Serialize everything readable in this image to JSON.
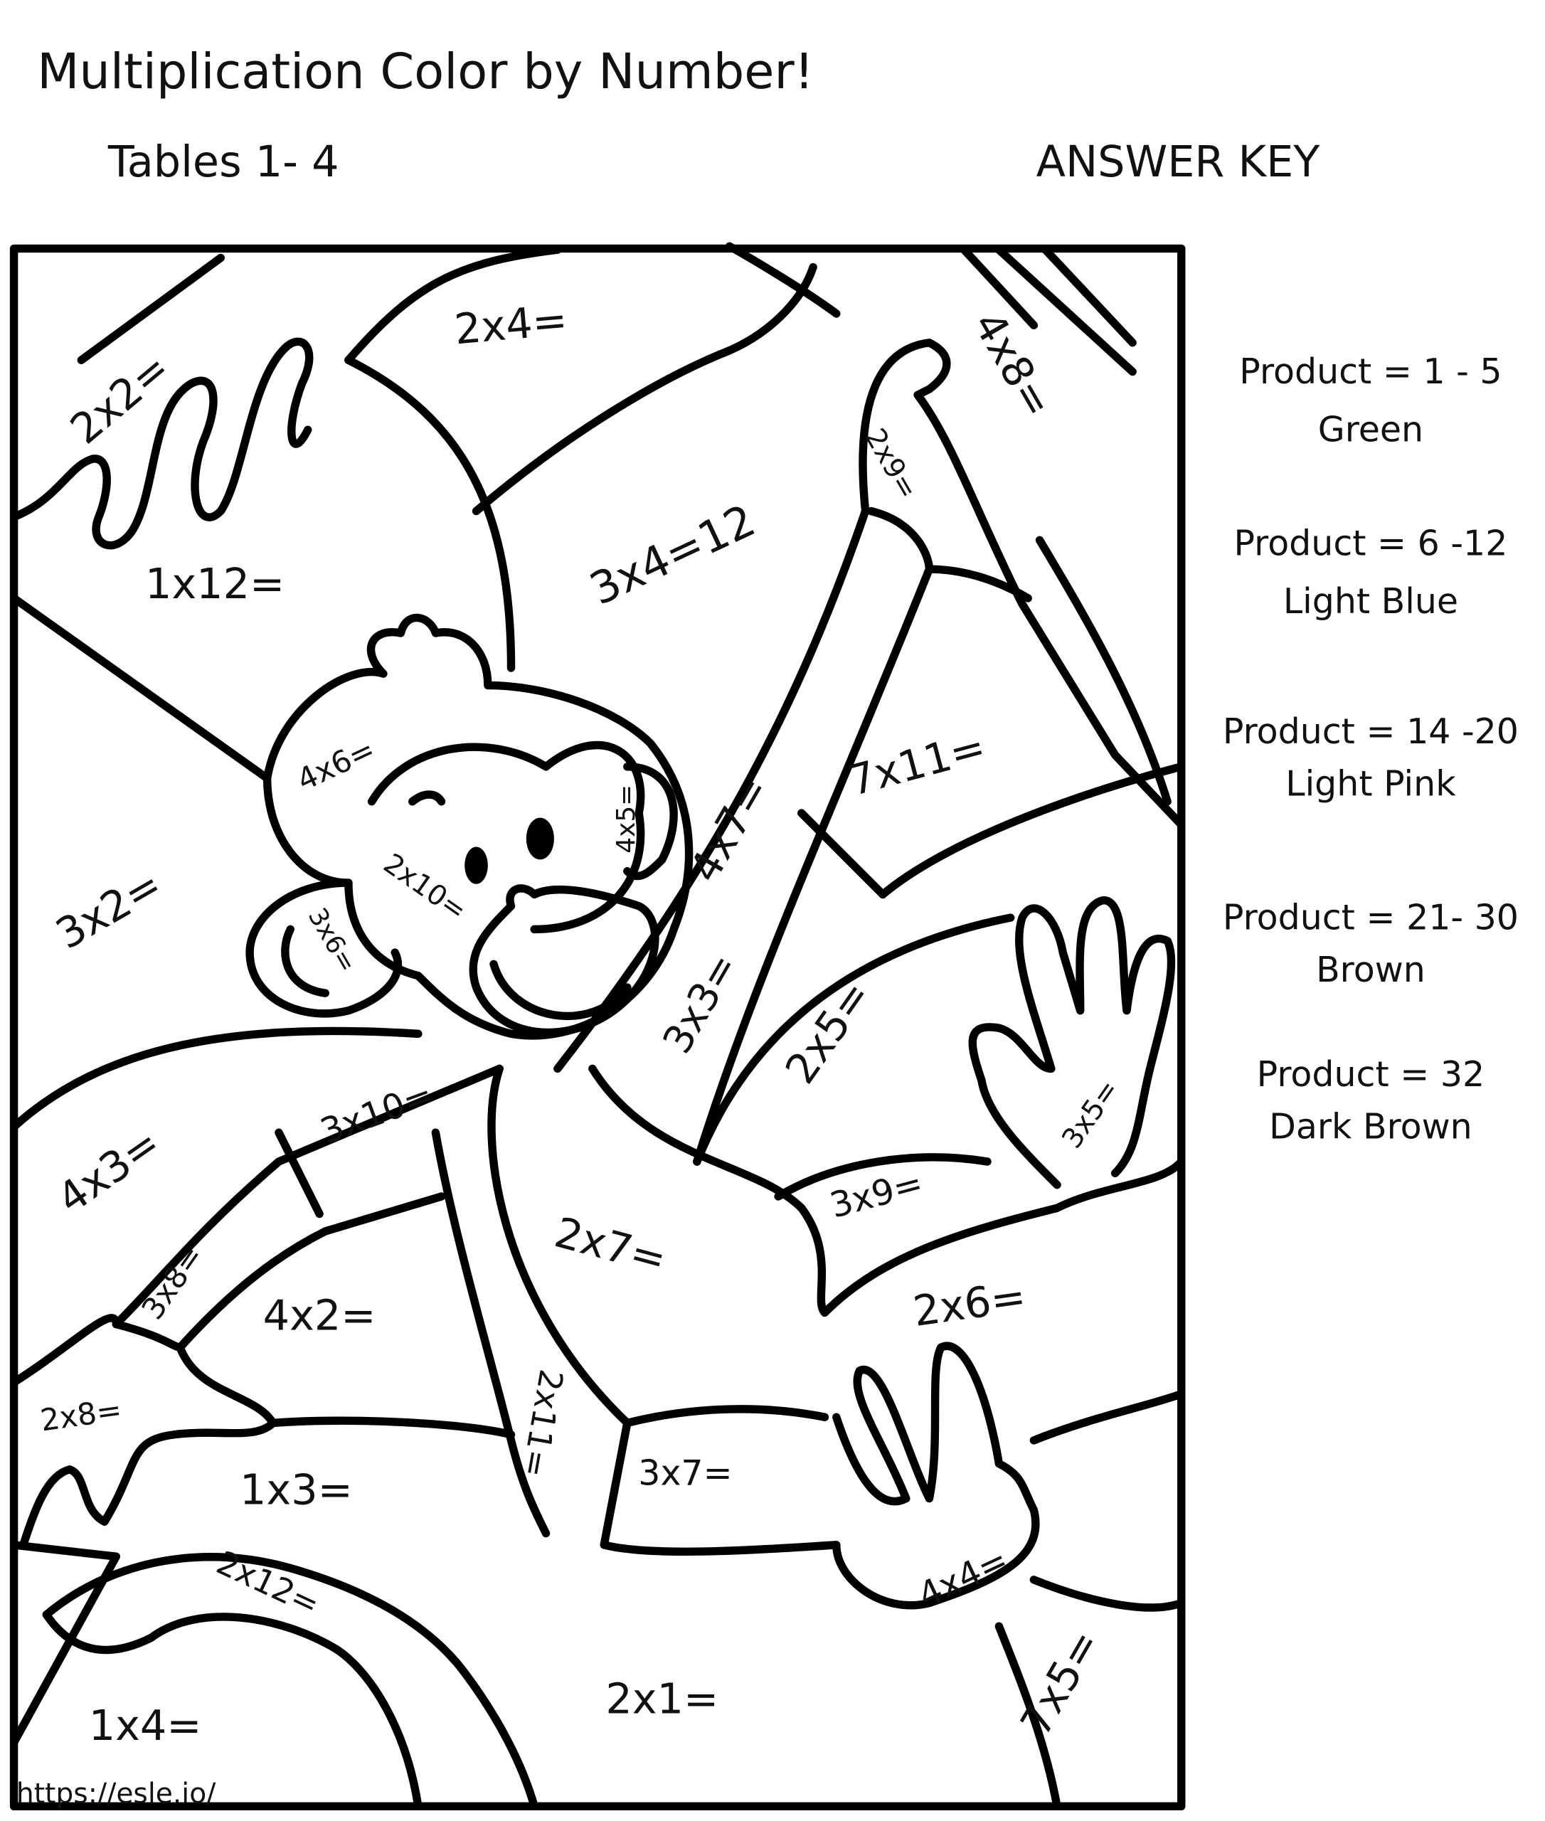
{
  "title": "Multiplication Color by Number!",
  "subtitle": "Tables 1- 4",
  "answer_key": "ANSWER KEY",
  "legend": [
    {
      "range": "Product = 1 - 5",
      "color_name": "Green",
      "color": "#4caf50"
    },
    {
      "range": "Product = 6 -12",
      "color_name": "Light Blue",
      "color": "#9fd3f5"
    },
    {
      "range": "Product = 14 -20",
      "color_name": "Light Pink",
      "color": "#f8c8d8"
    },
    {
      "range": "Product = 21- 30",
      "color_name": "Brown",
      "color": "#8b5a2b"
    },
    {
      "range": "Product = 32",
      "color_name": "Dark Brown",
      "color": "#4a2c17"
    }
  ],
  "labels": [
    "2x2=",
    "2x4=",
    "4x8=",
    "2x9=",
    "1x12=",
    "3x4=12",
    "4x6=",
    "4x5=",
    "2x10=",
    "3x6=",
    "4x7=",
    "7x11=",
    "3x2=",
    "3x3=",
    "2x5=",
    "3x5=",
    "4x3=",
    "3x10=",
    "3x9=",
    "2x7=",
    "3x8=",
    "4x2=",
    "2x6=",
    "2x8=",
    "2x11=",
    "3x7=",
    "1x3=",
    "2x12=",
    "4x4=",
    "2x1=",
    "1x4=",
    "7x5="
  ],
  "watermark": "https://esle.io/"
}
